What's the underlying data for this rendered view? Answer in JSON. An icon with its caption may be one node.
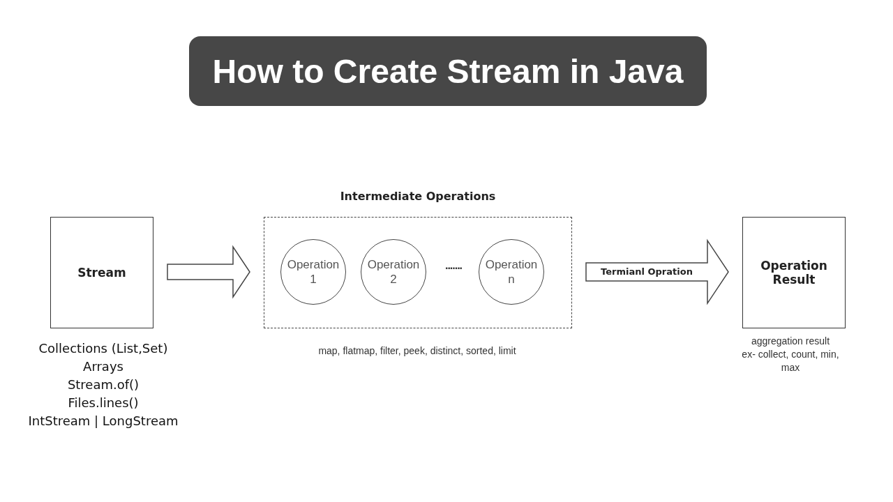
{
  "diagram": {
    "title": "How to Create Stream in Java",
    "nodes": [
      {
        "text": [
          "Stream"
        ],
        "beside": [
          "Collections (List,Set)",
          "Arrays",
          "Stream.of()",
          "Files.lines()",
          "IntStream | LongStream"
        ]
      },
      {
        "text": [
          "Intermediate Operations"
        ],
        "beside": [
          "map, flatmap, filter, peek, distinct, sorted, limit"
        ]
      },
      {
        "text": [
          "Operation 1"
        ],
        "in": 1
      },
      {
        "text": [
          "Operation 2"
        ],
        "in": 1
      },
      {
        "text": [
          "Operation n"
        ],
        "in": 1
      },
      {
        "text": [
          "Operation Result"
        ],
        "beside": [
          "aggregation result",
          "ex- collect, count,  min, max"
        ]
      }
    ],
    "edges": [
      {
        "from": 0,
        "to": 1,
        "arrow": "to"
      },
      {
        "from": 1,
        "to": 5,
        "label": "Termianl Opration",
        "arrow": "to"
      }
    ],
    "labels": [
      "......."
    ]
  }
}
